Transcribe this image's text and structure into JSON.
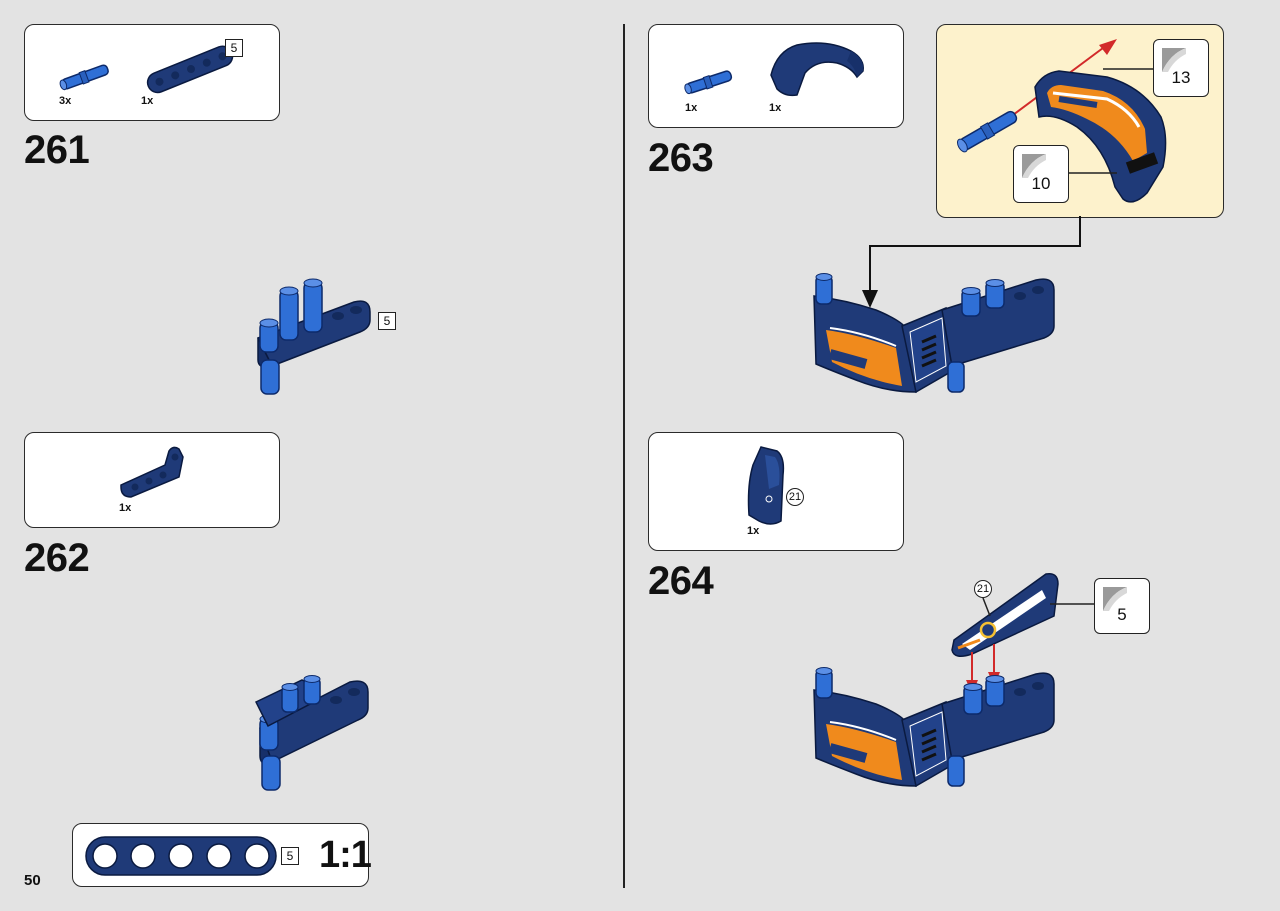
{
  "page": {
    "number": "50"
  },
  "colors": {
    "background": "#e3e3e3",
    "dark_blue": "#1f3a78",
    "medium_blue": "#2f6fd6",
    "orange": "#f08a1c",
    "callout_yellow": "#fdf2cc",
    "arrow_red": "#d22a2a"
  },
  "steps": [
    {
      "number": "261",
      "parts": [
        {
          "name": "blue-pin",
          "qty": "3x"
        },
        {
          "name": "dark-blue-beam-5",
          "qty": "1x",
          "length": "5"
        }
      ],
      "length_label": "5"
    },
    {
      "number": "262",
      "parts": [
        {
          "name": "dark-blue-angle-beam",
          "qty": "1x"
        }
      ]
    },
    {
      "number": "263",
      "parts": [
        {
          "name": "blue-pin",
          "qty": "1x"
        },
        {
          "name": "dark-blue-panel",
          "qty": "1x"
        }
      ],
      "stickers": [
        "13",
        "10"
      ]
    },
    {
      "number": "264",
      "parts": [
        {
          "name": "dark-blue-panel-sticker",
          "qty": "1x",
          "sticker_ref": "21"
        }
      ],
      "sticker_ref": "21",
      "sticker": "5"
    }
  ],
  "ruler": {
    "length": "5",
    "scale": "1:1"
  }
}
